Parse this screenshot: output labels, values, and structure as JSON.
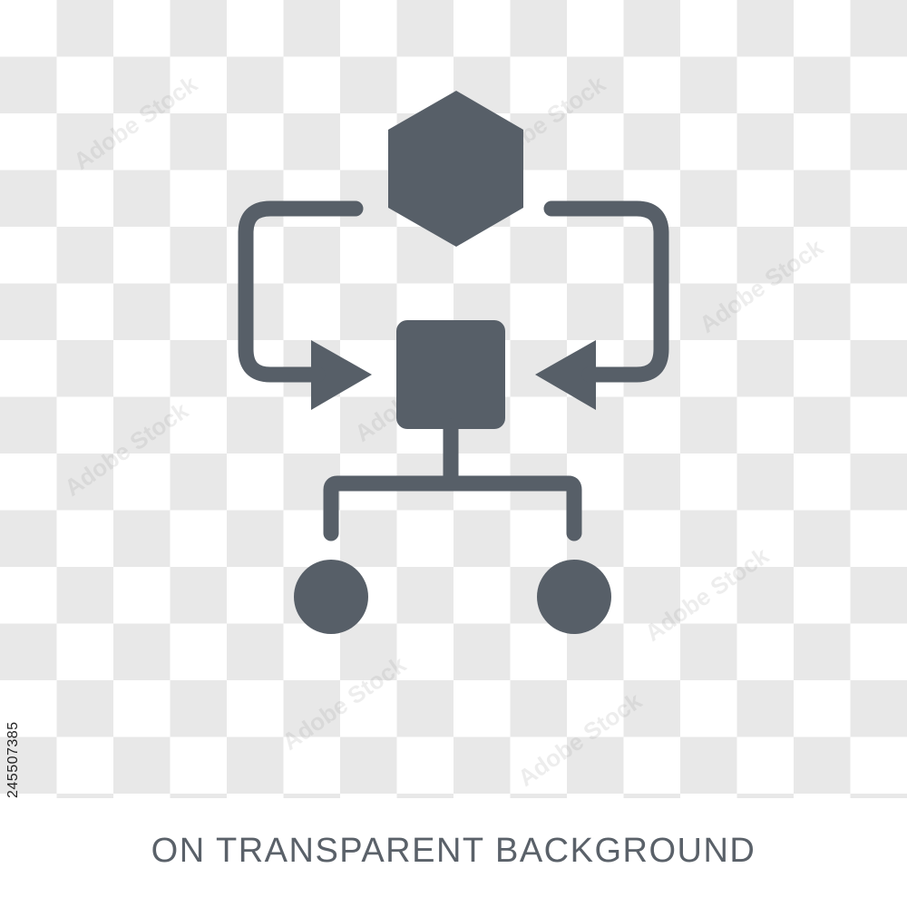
{
  "caption": "ON TRANSPARENT BACKGROUND",
  "stock_id": "245507385",
  "watermark_text": "Adobe Stock",
  "icon": {
    "name": "workflow-icon",
    "color": "#575f68"
  },
  "colors": {
    "checker_light": "#ffffff",
    "checker_dark": "#e8e8e8",
    "caption": "#5a6169"
  }
}
